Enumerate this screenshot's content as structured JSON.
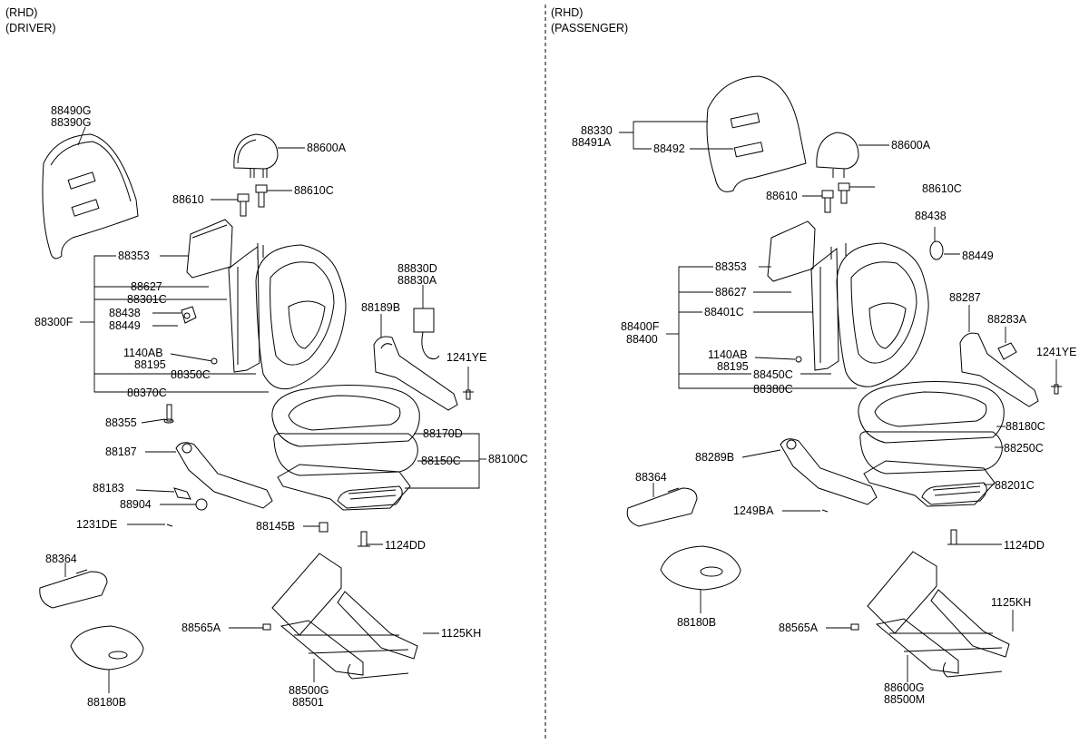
{
  "left": {
    "side": "(RHD)",
    "seat": "(DRIVER)",
    "labels": {
      "l88490G": "88490G",
      "l88390G": "88390G",
      "l88600A": "88600A",
      "l88610": "88610",
      "l88610C": "88610C",
      "l88353": "88353",
      "l88627": "88627",
      "l88301C": "88301C",
      "l88300F": "88300F",
      "l88438": "88438",
      "l88449": "88449",
      "l1140AB": "1140AB",
      "l88195": "88195",
      "l88350C": "88350C",
      "l88370C": "88370C",
      "l88355": "88355",
      "l88830D": "88830D",
      "l88830A": "88830A",
      "l88189B": "88189B",
      "l1241YE": "1241YE",
      "l88170D": "88170D",
      "l88150C": "88150C",
      "l88100C": "88100C",
      "l88187": "88187",
      "l88183": "88183",
      "l88904": "88904",
      "l1231DE": "1231DE",
      "l88145B": "88145B",
      "l1124DD": "1124DD",
      "l88364": "88364",
      "l88565A": "88565A",
      "l1125KH": "1125KH",
      "l88500G": "88500G",
      "l88501": "88501",
      "l88180B": "88180B"
    }
  },
  "right": {
    "side": "(RHD)",
    "seat": "(PASSENGER)",
    "labels": {
      "r88330": "88330",
      "r88491A": "88491A",
      "r88492": "88492",
      "r88600A": "88600A",
      "r88610": "88610",
      "r88610C": "88610C",
      "r88438": "88438",
      "r88449": "88449",
      "r88353": "88353",
      "r88627": "88627",
      "r88401C": "88401C",
      "r88400F": "88400F",
      "r88400": "88400",
      "r1140AB": "1140AB",
      "r88195": "88195",
      "r88450C": "88450C",
      "r88380C": "88380C",
      "r88287": "88287",
      "r88283A": "88283A",
      "r1241YE": "1241YE",
      "r88180C": "88180C",
      "r88250C": "88250C",
      "r88289B": "88289B",
      "r88364": "88364",
      "r88201C": "88201C",
      "r1249BA": "1249BA",
      "r1124DD": "1124DD",
      "r88180B": "88180B",
      "r1125KH": "1125KH",
      "r88565A": "88565A",
      "r88600G": "88600G",
      "r88500M": "88500M"
    }
  }
}
